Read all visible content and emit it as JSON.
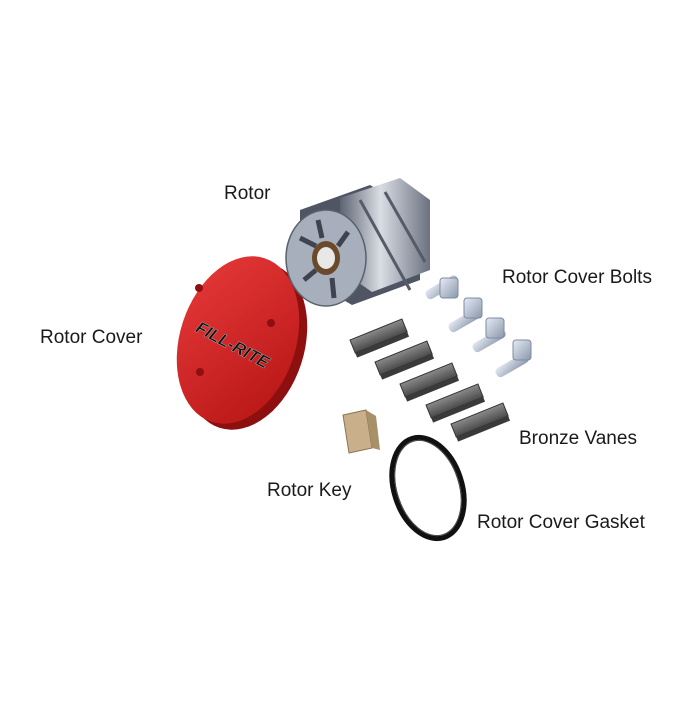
{
  "diagram": {
    "labels": {
      "rotor": "Rotor",
      "rotor_cover_bolts": "Rotor Cover Bolts",
      "rotor_cover": "Rotor Cover",
      "bronze_vanes": "Bronze Vanes",
      "rotor_key": "Rotor Key",
      "rotor_cover_gasket": "Rotor Cover Gasket"
    },
    "cover_logo": "FILL-RITE",
    "colors": {
      "cover": "#d41f1f",
      "cover_dark": "#9e1010",
      "rotor": "#9aa3b2",
      "bolt": "#b8c4d6",
      "vane": "#6e6e6e",
      "key": "#c9b08a",
      "gasket": "#1a1a1a"
    }
  }
}
